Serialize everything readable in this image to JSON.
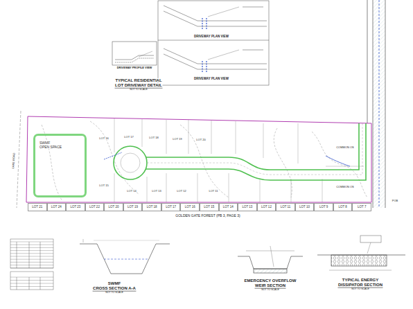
{
  "diagram": {
    "nodes": [
      {
        "text": [
          "SWMF",
          "OPEN SPACE"
        ]
      },
      {
        "text": [
          "LOT 21"
        ]
      },
      {
        "text": [
          "LOT 24"
        ]
      },
      {
        "text": [
          "LOT 23"
        ]
      },
      {
        "text": [
          "LOT 22"
        ]
      },
      {
        "text": [
          "LOT 20"
        ]
      },
      {
        "text": [
          "LOT 19"
        ]
      },
      {
        "text": [
          "LOT 18"
        ]
      },
      {
        "text": [
          "LOT 17"
        ]
      },
      {
        "text": [
          "LOT 16"
        ]
      },
      {
        "text": [
          "LOT 15"
        ]
      },
      {
        "text": [
          "LOT 14"
        ]
      },
      {
        "text": [
          "LOT 13"
        ]
      },
      {
        "text": [
          "LOT 12"
        ]
      },
      {
        "text": [
          "LOT 11"
        ]
      },
      {
        "text": [
          "LOT 10"
        ]
      },
      {
        "text": [
          "LOT 9"
        ]
      },
      {
        "text": [
          "LOT 8"
        ]
      },
      {
        "text": [
          "LOT 7"
        ]
      }
    ],
    "labels": [
      "DRIVEWAY PLAN VIEW",
      "DRIVEWAY PLAN VIEW",
      "DRIVEWAY PROFILE VIEW",
      "TYPICAL RESIDENTIAL",
      "LOT DRIVEWAY DETAIL",
      "NOT TO SCALE",
      "GOLDEN GATE FOREST (PB 3, PAGE 3)",
      "SWMF",
      "CROSS SECTION A-A",
      "NOT TO SCALE",
      "EMERGENCY OVERFLOW",
      "WEIR SECTION",
      "NOT TO SCALE",
      "TYPICAL ENERGY",
      "DISSIPATOR SECTION",
      "NOT TO SCALE",
      "COMMON OS",
      "COMMON OS",
      "LOT 16",
      "LOT 17",
      "LOT 18",
      "LOT 19",
      "LOT 20",
      "LOT 15",
      "LOT 14",
      "LOT 13",
      "LOT 12",
      "LOT 11",
      "POB",
      "LAKE ROAD"
    ]
  }
}
